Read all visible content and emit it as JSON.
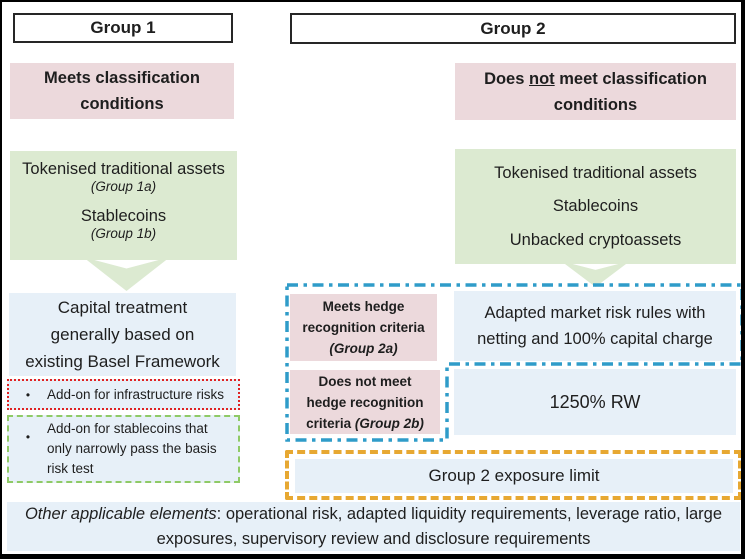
{
  "group1": {
    "header": "Group 1",
    "condition": "Meets classification conditions",
    "asset1": "Tokenised traditional assets",
    "asset1_sub": "(Group 1a)",
    "asset2": "Stablecoins",
    "asset2_sub": "(Group 1b)",
    "treatment": "Capital treatment generally based on existing Basel Framework",
    "bullet": "•",
    "addon1": "Add-on for infrastructure risks",
    "addon2": "Add-on for stablecoins that only narrowly pass the basis risk test"
  },
  "group2": {
    "header": "Group 2",
    "condition_part1": "Does",
    "condition_not": "not",
    "condition_part2": "meet classification conditions",
    "asset1": "Tokenised traditional assets",
    "asset2": "Stablecoins",
    "asset3": "Unbacked cryptoassets",
    "sub2a_criteria": "Meets hedge recognition criteria",
    "sub2a_label": "(Group 2a)",
    "sub2a_treatment": "Adapted market risk rules with netting and 100% capital charge",
    "sub2b_criteria": "Does not meet hedge recognition criteria",
    "sub2b_label": "(Group 2b)",
    "sub2b_treatment": "1250% RW",
    "exposure_limit": "Group 2 exposure limit"
  },
  "footer": {
    "lead": "Other applicable elements",
    "rest": ": operational risk, adapted liquidity requirements, leverage ratio, large exposures, supervisory review and disclosure requirements"
  },
  "colors": {
    "pink": "#ecd9dc",
    "green": "#dcead1",
    "light_blue": "#e7f0f8",
    "teal_dashdot": "#2f9cc9",
    "yellow_dash": "#e7a832",
    "red_dotted": "#e02222",
    "green_dashed": "#8fca66",
    "text": "#1e1e1e"
  }
}
